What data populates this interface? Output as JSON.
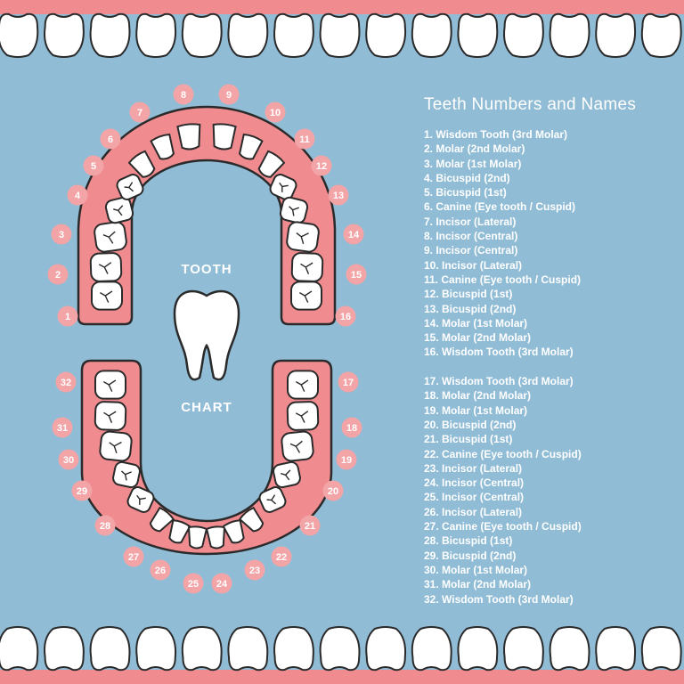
{
  "colors": {
    "background": "#90bcd6",
    "gum": "#f08c90",
    "gum_light": "#f9dcdc",
    "tooth": "#ffffff",
    "outline": "#2a2a2a",
    "badge": "#f3a4a7",
    "text": "#ffffff"
  },
  "center_label_top": "TOOTH",
  "center_label_bottom": "CHART",
  "list_title": "Teeth Numbers and Names",
  "upper_names": [
    "1. Wisdom Tooth (3rd Molar)",
    "2. Molar (2nd Molar)",
    "3. Molar (1st Molar)",
    "4. Bicuspid (2nd)",
    "5. Bicuspid (1st)",
    "6. Canine (Eye tooth / Cuspid)",
    "7. Incisor (Lateral)",
    "8. Incisor (Central)",
    "9. Incisor (Central)",
    "10. Incisor (Lateral)",
    "11. Canine (Eye tooth / Cuspid)",
    "12. Bicuspid (1st)",
    "13. Bicuspid (2nd)",
    "14. Molar (1st Molar)",
    "15. Molar (2nd Molar)",
    "16. Wisdom Tooth (3rd Molar)"
  ],
  "lower_names": [
    "17. Wisdom Tooth (3rd Molar)",
    "18. Molar (2nd Molar)",
    "19. Molar (1st Molar)",
    "20. Bicuspid (2nd)",
    "21. Bicuspid (1st)",
    "22. Canine (Eye tooth / Cuspid)",
    "23. Incisor (Lateral)",
    "24. Incisor (Central)",
    "25. Incisor (Central)",
    "26. Incisor (Lateral)",
    "27. Canine (Eye tooth / Cuspid)",
    "28. Bicuspid (1st)",
    "29. Bicuspid (2nd)",
    "30. Molar (1st Molar)",
    "31. Molar (2nd Molar)",
    "32. Wisdom Tooth (3rd Molar)"
  ],
  "badges": [
    "1",
    "2",
    "3",
    "4",
    "5",
    "6",
    "7",
    "8",
    "9",
    "10",
    "11",
    "12",
    "13",
    "14",
    "15",
    "16",
    "17",
    "18",
    "19",
    "20",
    "21",
    "22",
    "23",
    "24",
    "25",
    "26",
    "27",
    "28",
    "29",
    "30",
    "31",
    "32"
  ]
}
